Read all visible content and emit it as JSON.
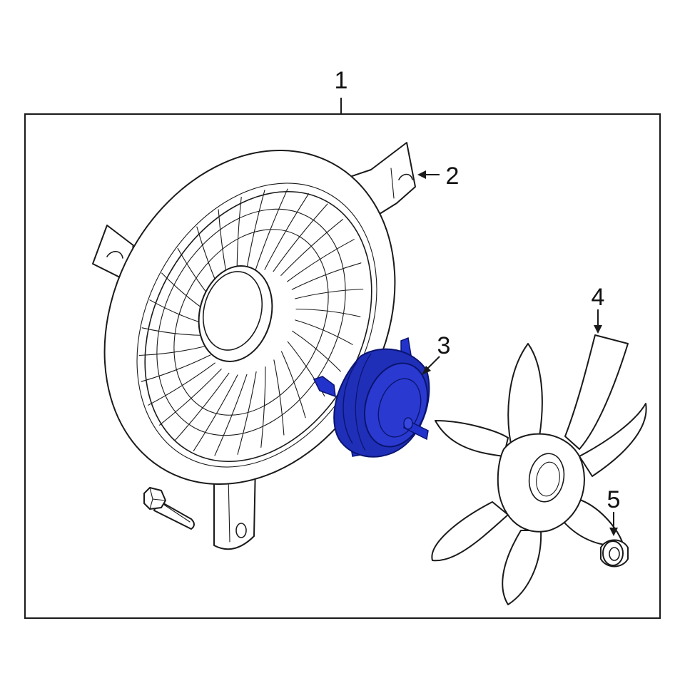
{
  "diagram": {
    "callouts": [
      {
        "id": "1",
        "label": "1"
      },
      {
        "id": "2",
        "label": "2"
      },
      {
        "id": "3",
        "label": "3"
      },
      {
        "id": "4",
        "label": "4"
      },
      {
        "id": "5",
        "label": "5"
      }
    ],
    "colors": {
      "highlight_part": "#1f2fb8",
      "highlight_dark": "#0a1470",
      "line": "#1a1a1a",
      "background": "#ffffff"
    },
    "parts": [
      {
        "name": "fan-shroud-icon",
        "callout": "2"
      },
      {
        "name": "fan-motor-icon",
        "callout": "3",
        "highlighted": true
      },
      {
        "name": "fan-blade-icon",
        "callout": "4"
      },
      {
        "name": "nut-icon",
        "callout": "5"
      },
      {
        "name": "bolt-icon"
      }
    ]
  }
}
